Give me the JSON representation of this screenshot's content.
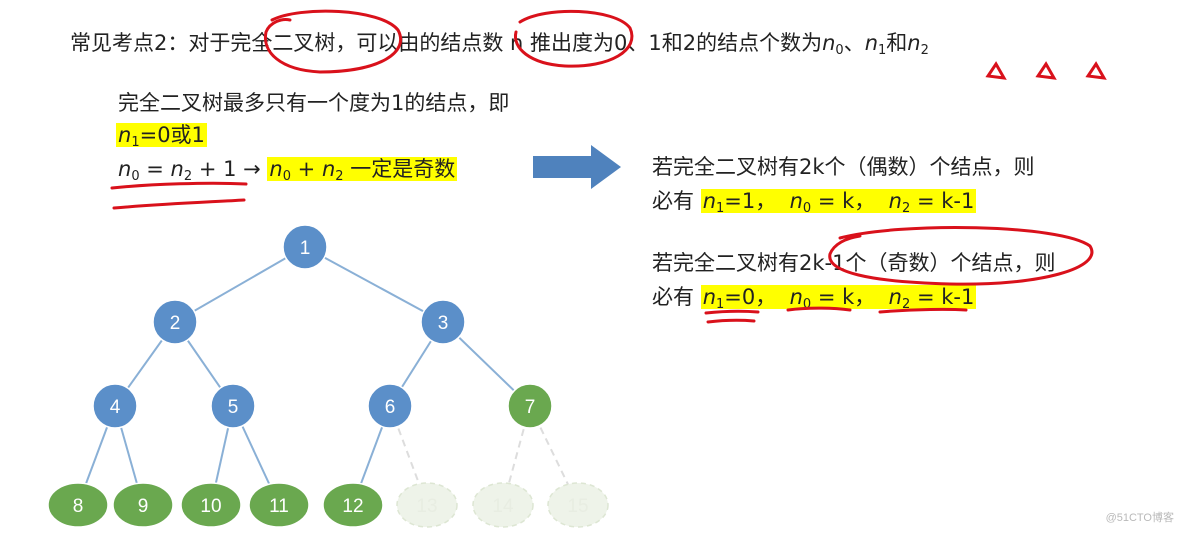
{
  "title": {
    "prefix": "常见考点2：对于完全二叉树，可以由的结点数 n 推出度为0、1和2的结点个数为",
    "n0": "n",
    "n0_sub": "0",
    "sep1": "、",
    "n1": "n",
    "n1_sub": "1",
    "and": "和",
    "n2": "n",
    "n2_sub": "2"
  },
  "left": {
    "line1": "完全二叉树最多只有一个度为1的结点，即",
    "line2_n": "n",
    "line2_sub": "1",
    "line2_rest": "=0或1",
    "line3_a": "n",
    "line3_a_sub": "0",
    "line3_eq": " = ",
    "line3_b": "n",
    "line3_b_sub": "2",
    "line3_plus": " + 1 → ",
    "line3_c": "n",
    "line3_c_sub": "0",
    "line3_cplus": " + ",
    "line3_d": "n",
    "line3_d_sub": "2",
    "line3_tail": " 一定是奇数"
  },
  "right": {
    "even_line1": "若完全二叉树有2k个（偶数）个结点，则",
    "even_prefix": "必有 ",
    "even_n1": "n",
    "even_n1_sub": "1",
    "even_n1_val": "=1，",
    "even_n0": "n",
    "even_n0_sub": "0",
    "even_n0_val": " = k，",
    "even_n2": "n",
    "even_n2_sub": "2",
    "even_n2_val": " = k-1",
    "odd_line1": "若完全二叉树有2k-1个（奇数）个结点，则",
    "odd_prefix": "必有 ",
    "odd_n1": "n",
    "odd_n1_sub": "1",
    "odd_n1_val": "=0，",
    "odd_n0": "n",
    "odd_n0_sub": "0",
    "odd_n0_val": " = k，",
    "odd_n2": "n",
    "odd_n2_sub": "2",
    "odd_n2_val": " = k-1"
  },
  "tree": {
    "nodes": [
      {
        "label": "1",
        "kind": "internal"
      },
      {
        "label": "2",
        "kind": "internal"
      },
      {
        "label": "3",
        "kind": "internal"
      },
      {
        "label": "4",
        "kind": "internal"
      },
      {
        "label": "5",
        "kind": "internal"
      },
      {
        "label": "6",
        "kind": "internal"
      },
      {
        "label": "7",
        "kind": "leaf"
      },
      {
        "label": "8",
        "kind": "leaf"
      },
      {
        "label": "9",
        "kind": "leaf"
      },
      {
        "label": "10",
        "kind": "leaf"
      },
      {
        "label": "11",
        "kind": "leaf"
      },
      {
        "label": "12",
        "kind": "leaf"
      },
      {
        "label": "13",
        "kind": "ghost"
      },
      {
        "label": "14",
        "kind": "ghost"
      },
      {
        "label": "15",
        "kind": "ghost"
      }
    ],
    "colors": {
      "internal": "#5b8fc9",
      "leaf": "#6aa84f",
      "ghost": "#eef3e9",
      "edge": "#8ab0d6",
      "annotation": "#d9111b",
      "arrow": "#4f82bd"
    }
  },
  "watermark": "@51CTO博客"
}
